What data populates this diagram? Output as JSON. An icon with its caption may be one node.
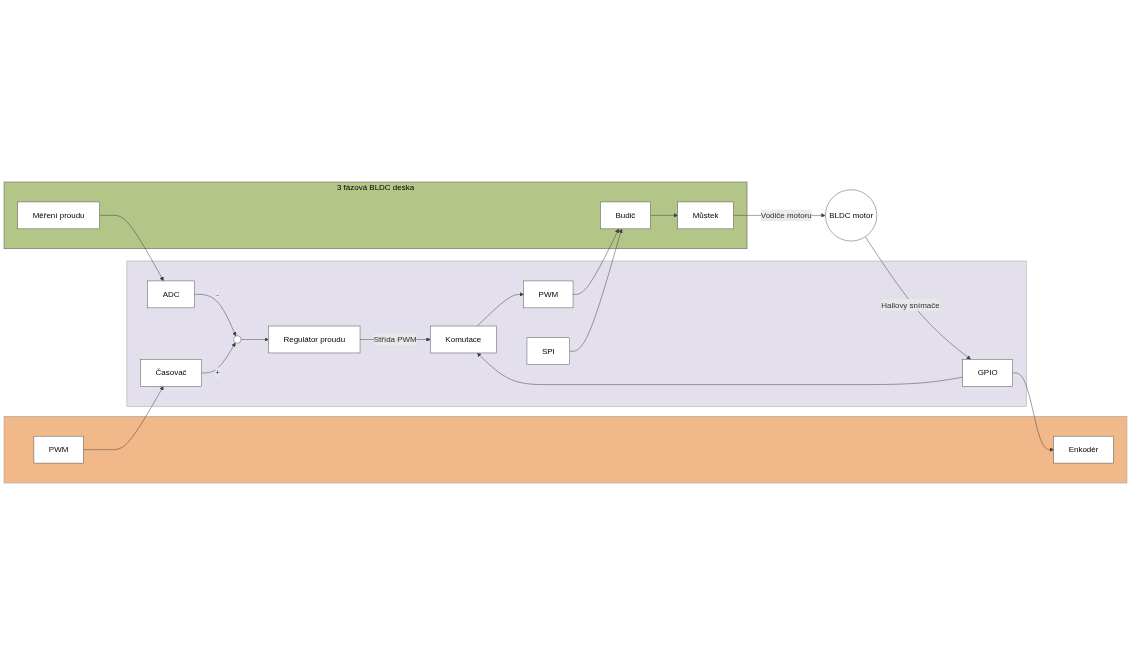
{
  "diagram": {
    "nodes": [
      {
        "text": [
          "3 fázová BLDC deska"
        ]
      },
      {
        "text": [
          "Můstek"
        ],
        "in": 0
      },
      {
        "text": [
          "Měření proudu"
        ],
        "in": 0
      },
      {
        "text": [
          "Budič"
        ],
        "in": 0
      },
      {
        "text": [
          "BLDC motor"
        ]
      },
      {
        "text": [],
        "shape": "box"
      },
      {
        "text": [
          "GPIO"
        ],
        "in": 5
      },
      {
        "text": [
          "ADC"
        ],
        "in": 5
      },
      {
        "text": [
          "PWM"
        ],
        "in": 5
      },
      {
        "text": [
          "Komutace"
        ],
        "in": 5
      },
      {
        "text": [
          "Časovač"
        ],
        "in": 5
      },
      {
        "text": [],
        "shape": "circle",
        "in": 5
      },
      {
        "text": [
          "Regulátor proudu"
        ],
        "in": 5
      },
      {
        "text": [
          "SPI"
        ],
        "in": 5
      },
      {
        "text": [],
        "shape": "box"
      },
      {
        "text": [
          "Enkodér"
        ],
        "in": 14
      },
      {
        "text": [
          "PWM"
        ],
        "in": 14
      }
    ],
    "edges": [
      {
        "from": 4,
        "to": 6,
        "arrow": "to",
        "label": "Hallovy snímače"
      },
      {
        "from": 1,
        "to": 4,
        "arrow": "to",
        "label": "Vodiče motoru"
      },
      {
        "from": 2,
        "to": 7,
        "arrow": "to"
      },
      {
        "from": 3,
        "to": 1,
        "arrow": "to"
      },
      {
        "from": 8,
        "to": 3,
        "arrow": "to"
      },
      {
        "from": 6,
        "to": 15,
        "arrow": "to"
      },
      {
        "from": 6,
        "to": 9,
        "arrow": "to"
      },
      {
        "from": 9,
        "to": 8,
        "arrow": "to"
      },
      {
        "from": 7,
        "to": 11,
        "arrow": "to",
        "label": "-"
      },
      {
        "from": 10,
        "to": 11,
        "arrow": "to",
        "label": "+"
      },
      {
        "from": 16,
        "to": 10,
        "arrow": "to"
      },
      {
        "from": 11,
        "to": 12,
        "arrow": "to"
      },
      {
        "from": 12,
        "to": 9,
        "arrow": "to",
        "label": "Střída PWM"
      },
      {
        "from": 13,
        "to": 3,
        "arrow": "to"
      }
    ]
  }
}
